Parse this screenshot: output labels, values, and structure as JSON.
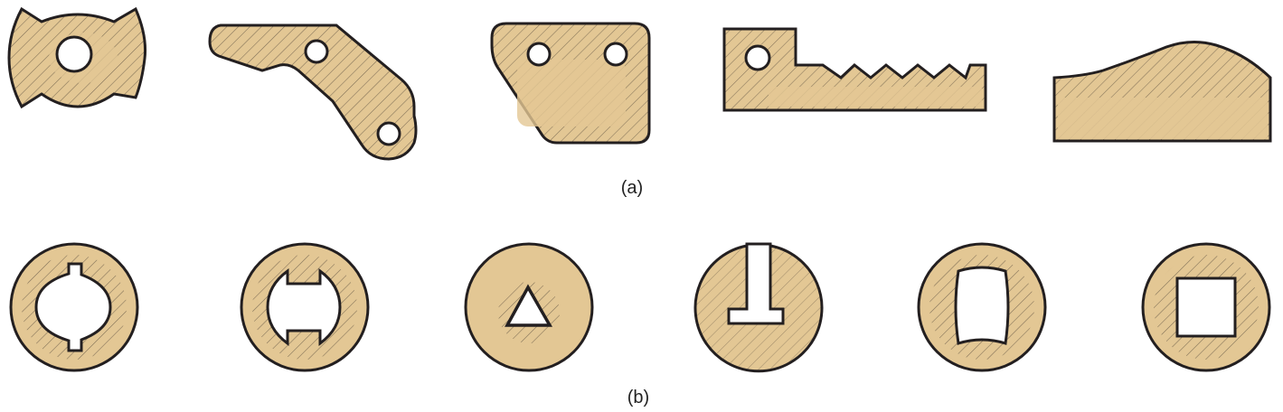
{
  "colors": {
    "fill": "#e3c794",
    "stroke": "#231f20",
    "hatch": "#2b2522",
    "background": "#ffffff"
  },
  "row_a": {
    "caption": "(a)",
    "parts": [
      {
        "name": "double-notched-disk"
      },
      {
        "name": "bent-lever-arm"
      },
      {
        "name": "trapezoid-plate"
      },
      {
        "name": "toothed-rack"
      },
      {
        "name": "curved-top-block"
      }
    ]
  },
  "row_b": {
    "caption": "(b)",
    "parts": [
      {
        "name": "ring-with-keyed-hole"
      },
      {
        "name": "ring-with-double-notch-hole"
      },
      {
        "name": "disk-with-triangle-hole"
      },
      {
        "name": "disk-with-t-slot"
      },
      {
        "name": "ring-with-barrel-hole"
      },
      {
        "name": "ring-with-square-hole"
      }
    ]
  }
}
